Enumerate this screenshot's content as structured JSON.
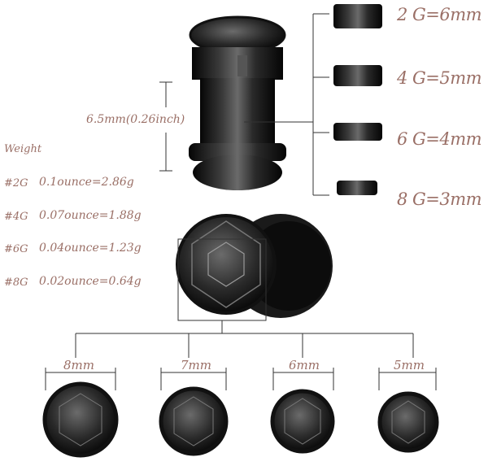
{
  "product": {
    "length_label": "6.5mm(0.26inch)"
  },
  "gauges": [
    {
      "label": "2 G=6mm"
    },
    {
      "label": "4 G=5mm"
    },
    {
      "label": "6 G=4mm"
    },
    {
      "label": "8 G=3mm"
    }
  ],
  "weight": {
    "title": "Weight",
    "rows": [
      {
        "gauge": "#2G",
        "value": "0.1ounce=2.86g"
      },
      {
        "gauge": "#4G",
        "value": "0.07ounce=1.88g"
      },
      {
        "gauge": "#6G",
        "value": "0.04ounce=1.23g"
      },
      {
        "gauge": "#8G",
        "value": "0.02ounce=0.64g"
      }
    ]
  },
  "gem_sizes": [
    "8mm",
    "7mm",
    "6mm",
    "5mm"
  ],
  "colors": {
    "text": "#9a6f66",
    "metal": "#1c1c1c",
    "line": "#333333"
  }
}
